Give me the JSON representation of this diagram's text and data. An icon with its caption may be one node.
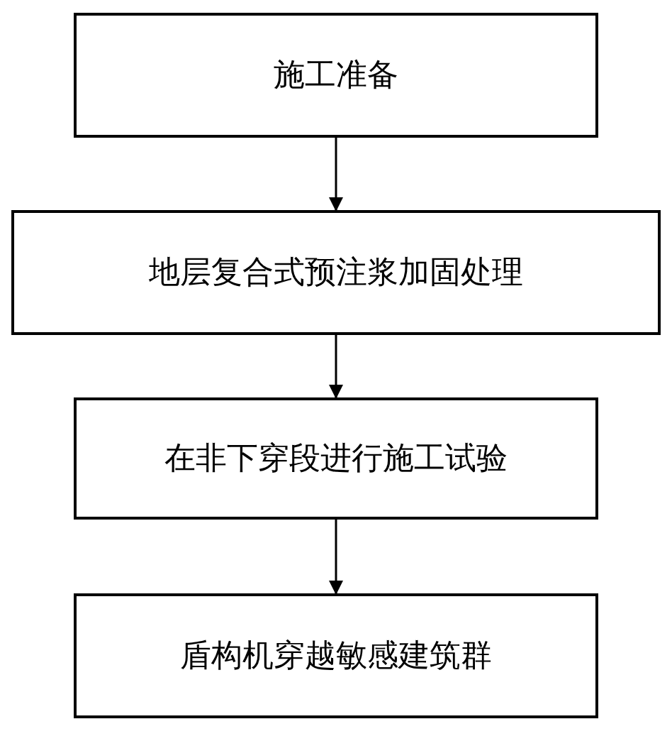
{
  "diagram": {
    "nodes": [
      {
        "text": [
          "施工准备"
        ]
      },
      {
        "text": [
          "地层复合式预注浆加固处理"
        ]
      },
      {
        "text": [
          "在非下穿段进行施工试验"
        ]
      },
      {
        "text": [
          "盾构机穿越敏感建筑群"
        ]
      }
    ],
    "edges": [
      {
        "from": 0,
        "to": 1,
        "arrow": "to"
      },
      {
        "from": 1,
        "to": 2,
        "arrow": "to"
      },
      {
        "from": 2,
        "to": 3,
        "arrow": "to"
      }
    ]
  }
}
